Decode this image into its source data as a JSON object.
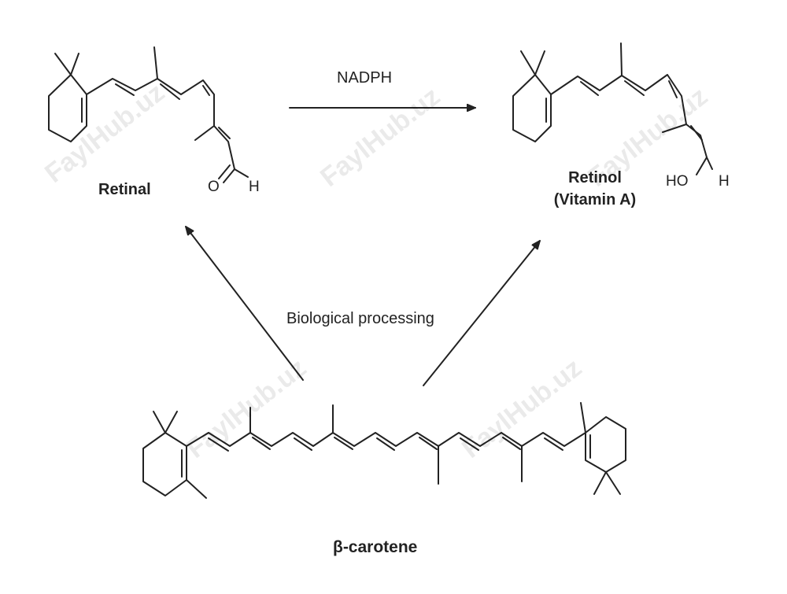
{
  "reagent": "NADPH",
  "process": "Biological processing",
  "retinal": {
    "name": "Retinal",
    "o_label": "O",
    "h_label": "H"
  },
  "retinol": {
    "name": "Retinol",
    "name2": "(Vitamin A)",
    "ho_label": "HO",
    "h_label": "H"
  },
  "carotene": {
    "name": "β-carotene"
  },
  "watermark": "FaylHub.uz"
}
